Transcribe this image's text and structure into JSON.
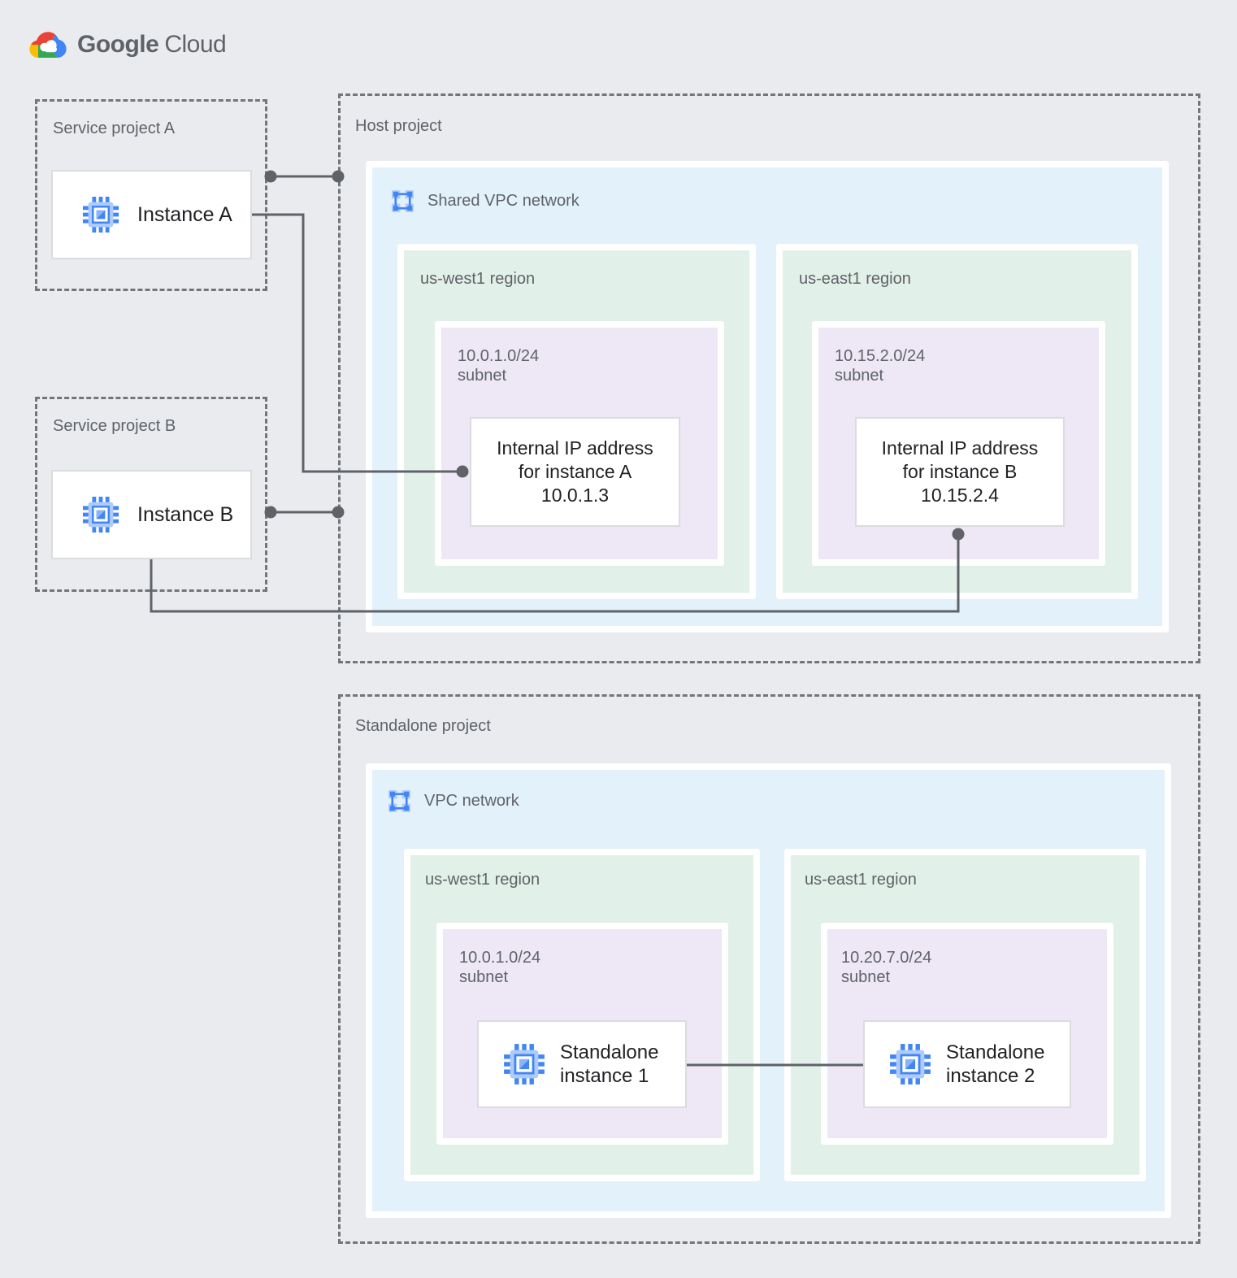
{
  "logo": {
    "primary": "Google",
    "secondary": "Cloud"
  },
  "service_project_a": {
    "title": "Service project A",
    "instance": "Instance A"
  },
  "service_project_b": {
    "title": "Service project B",
    "instance": "Instance B"
  },
  "host_project": {
    "title": "Host project",
    "network": "Shared VPC network",
    "regions": [
      {
        "name": "us-west1 region",
        "cidr": "10.0.1.0/24",
        "subnet_label": "subnet",
        "node": [
          "Internal IP address",
          "for instance A",
          "10.0.1.3"
        ]
      },
      {
        "name": "us-east1 region",
        "cidr": "10.15.2.0/24",
        "subnet_label": "subnet",
        "node": [
          "Internal IP address",
          "for instance B",
          "10.15.2.4"
        ]
      }
    ]
  },
  "standalone_project": {
    "title": "Standalone project",
    "network": "VPC network",
    "regions": [
      {
        "name": "us-west1 region",
        "cidr": "10.0.1.0/24",
        "subnet_label": "subnet",
        "node": [
          "Standalone",
          "instance 1"
        ]
      },
      {
        "name": "us-east1 region",
        "cidr": "10.20.7.0/24",
        "subnet_label": "subnet",
        "node": [
          "Standalone",
          "instance 2"
        ]
      }
    ]
  },
  "colors": {
    "page_bg": "#E9EBEE",
    "network_fill": "#E3F1FA",
    "region_fill": "#E1F0E8",
    "subnet_fill": "#EDE7F6",
    "node_border": "#DADCE0",
    "dashed_border": "#737679",
    "connector": "#5F6368",
    "label_text": "#5F6368",
    "node_text": "#202124",
    "icon_blue": "#4285F4",
    "icon_blue_light": "#AECBFA",
    "logo_red": "#EA4335",
    "logo_yellow": "#FBBC04",
    "logo_green": "#34A853",
    "logo_blue": "#4285F4"
  }
}
